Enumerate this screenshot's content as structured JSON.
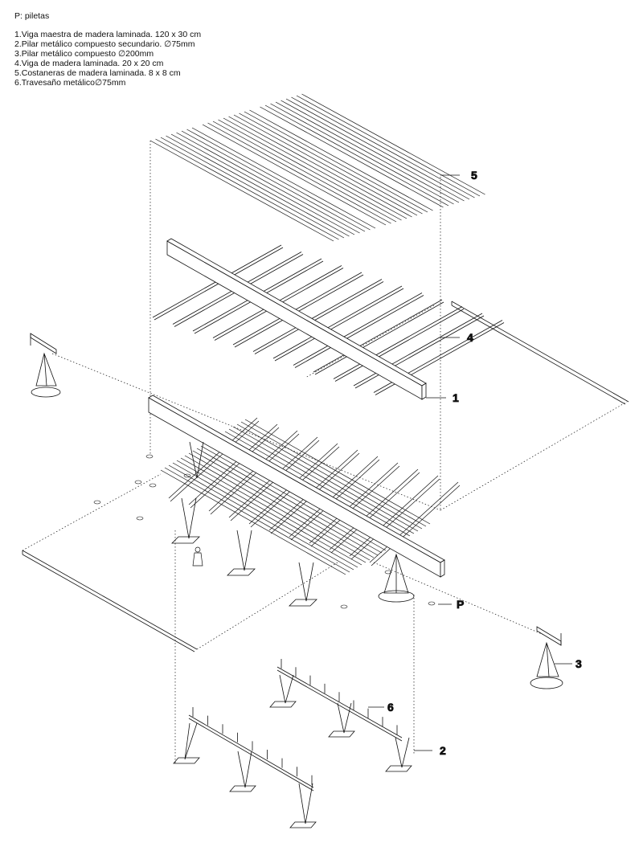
{
  "legend": {
    "title": "P: piletas",
    "items": [
      "1.Viga maestra de madera laminada. 120 x 30 cm",
      "2.Pilar metálico compuesto secundario. ∅75mm",
      "3.Pilar metálico compuesto ∅200mm",
      "4.Viga de madera laminada. 20 x 20 cm",
      "5.Costaneras de madera laminada. 8 x 8 cm",
      "6.Travesaño metálico∅75mm"
    ]
  },
  "callouts": {
    "c1": "1",
    "c2": "2",
    "c3": "3",
    "c4": "4",
    "c5": "5",
    "c6": "6",
    "cP": "P"
  },
  "colors": {
    "ink": "#111111",
    "fill": "#ffffff"
  }
}
